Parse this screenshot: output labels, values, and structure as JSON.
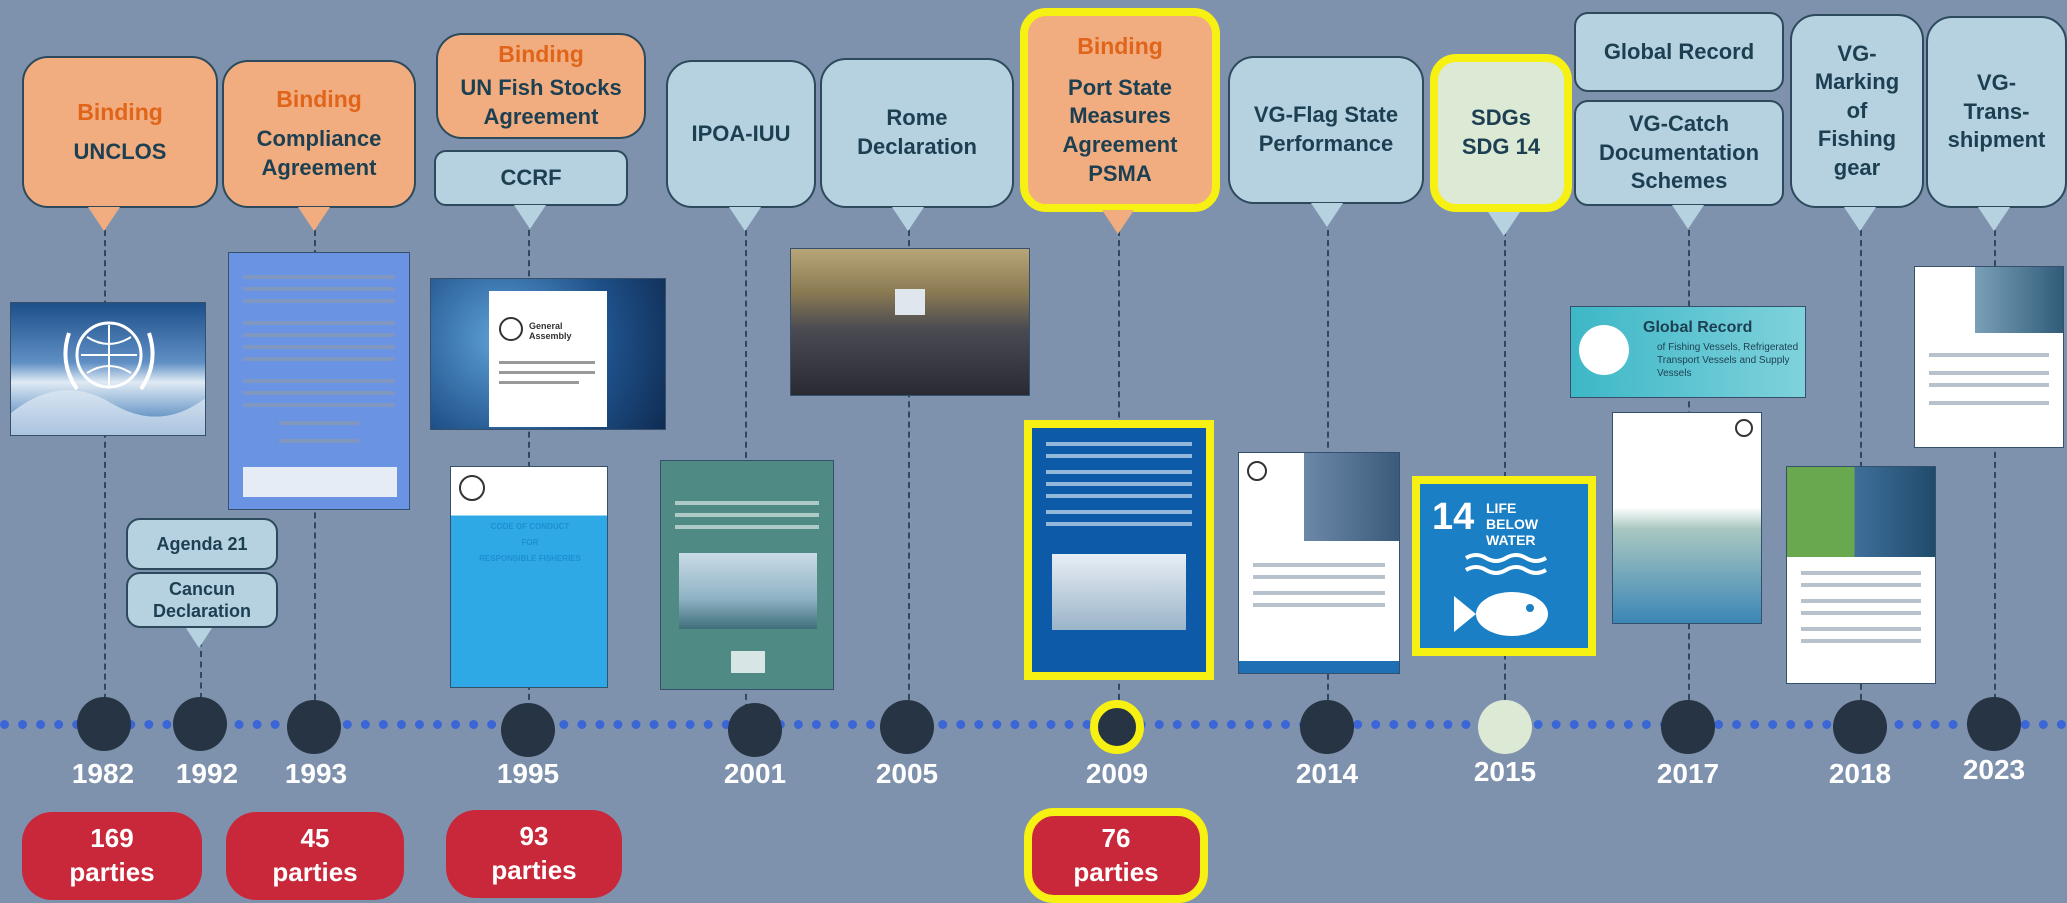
{
  "events": [
    {
      "id": "unclos",
      "tag": "Binding",
      "title": "UNCLOS",
      "year": "1982",
      "parties": "169",
      "parties_unit": "parties"
    },
    {
      "id": "agenda21",
      "year": "1992",
      "boxes": [
        "Agenda 21",
        "Cancun\nDeclaration"
      ]
    },
    {
      "id": "compliance",
      "tag": "Binding",
      "title": "Compliance\nAgreement",
      "year": "1993",
      "parties": "45",
      "parties_unit": "parties"
    },
    {
      "id": "unfsa",
      "tag": "Binding",
      "title": "UN Fish Stocks\nAgreement",
      "sub": "CCRF",
      "year": "1995",
      "parties": "93",
      "parties_unit": "parties"
    },
    {
      "id": "ipoa",
      "title": "IPOA-IUU",
      "year": "2001"
    },
    {
      "id": "rome",
      "title": "Rome\nDeclaration",
      "year": "2005"
    },
    {
      "id": "psma",
      "tag": "Binding",
      "title": "Port State\nMeasures\nAgreement\nPSMA",
      "year": "2009",
      "parties": "76",
      "parties_unit": "parties"
    },
    {
      "id": "vgflag",
      "title": "VG-Flag State\nPerformance",
      "year": "2014"
    },
    {
      "id": "sdg",
      "title": "SDGs\nSDG 14",
      "year": "2015"
    },
    {
      "id": "global",
      "title": "Global Record",
      "sub": "VG-Catch\nDocumentation\nSchemes",
      "year": "2017"
    },
    {
      "id": "vgmark",
      "title": "VG-\nMarking\nof\nFishing\ngear",
      "year": "2018"
    },
    {
      "id": "vgtrans",
      "title": "VG-\nTrans-\nshipment",
      "year": "2023"
    }
  ],
  "images": {
    "sdg_number": "14",
    "sdg_label": "LIFE\nBELOW WATER",
    "ccrf_cover": "CODE OF CONDUCT\nFOR\nRESPONSIBLE FISHERIES",
    "global_record_title": "Global Record",
    "global_record_sub": "of Fishing Vessels, Refrigerated\nTransport Vessels and Supply Vessels",
    "ga_label": "General Assembly"
  },
  "colors": {
    "background": "#7f92ad",
    "binding_box": "#f1ad7f",
    "nonbinding_box": "#b6d1df",
    "parties_badge": "#c8283a",
    "highlight": "#f6f013",
    "axis": "#3a66d6"
  }
}
